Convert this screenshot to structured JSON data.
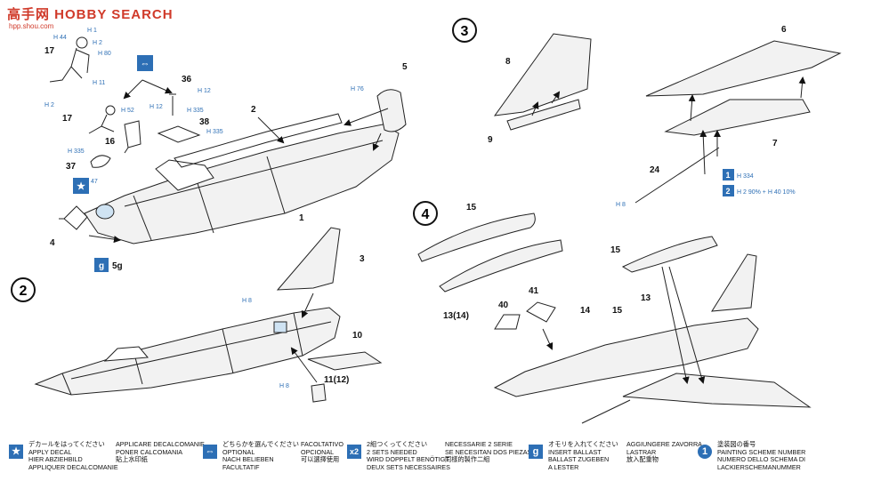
{
  "watermark": {
    "text": "高手网 HOBBY SEARCH",
    "sub": "hpp.shou.com"
  },
  "steps": {
    "s2": "2",
    "s3": "3",
    "s4": "4"
  },
  "parts": {
    "p1": "1",
    "p2": "2",
    "p3": "3",
    "p4": "4",
    "p5": "5",
    "p6": "6",
    "p7": "7",
    "p8": "8",
    "p9": "9",
    "p10": "10",
    "p11": "11(12)",
    "p13": "13",
    "p13b": "13(14)",
    "p14": "14",
    "p15a": "15",
    "p15b": "15",
    "p15c": "15",
    "p16": "16",
    "p17a": "17",
    "p17b": "17",
    "p24": "24",
    "p36": "36",
    "p37": "37",
    "p38": "38",
    "p40": "40",
    "p41": "41"
  },
  "paints": {
    "h44": "H 44",
    "h1": "H 1",
    "h2a": "H 2",
    "h80": "H 80",
    "h11": "H 11",
    "h2b": "H 2",
    "h52": "H 52",
    "h12a": "H 12",
    "h12b": "H 12",
    "h335a": "H 335",
    "h335b": "H 335",
    "h335c": "H 335",
    "h76": "H 76",
    "h8a": "H 8",
    "h8b": "H 8",
    "h8c": "H 8",
    "h334": "H 334",
    "mix": "H 2 90% + H 40 10%"
  },
  "markers": {
    "decal_num": "47",
    "ballast_weight": "5g",
    "ballast_icon": "g",
    "one": "1",
    "two": "2"
  },
  "legend": {
    "decal_icon": "★",
    "decal": [
      "デカールをはってください",
      "APPLY DECAL",
      "HIER ABZIEHBILD",
      "APPLIQUER DECALCOMANIE"
    ],
    "decal2": [
      "APPLICARE DECALCOMANIE",
      "PONER CALCOMANIA",
      "貼上水印紙"
    ],
    "optional_icon": "⇔",
    "optional": [
      "どちらかを選んでください",
      "OPTIONAL",
      "NACH BELIEBEN",
      "FACULTATIF"
    ],
    "optional2": [
      "FACOLTATIVO",
      "OPCIONAL",
      "可以選擇使用"
    ],
    "x2_icon": "x2",
    "x2": [
      "2組つくってください",
      "2 SETS NEEDED",
      "WIRD DOPPELT BENÖTIGT",
      "DEUX SETS NECESSAIRES"
    ],
    "x2b": [
      "NECESSARIE 2 SERIE",
      "SE NECESITAN DOS PIEZAS",
      "同樣的製作二組"
    ],
    "ballast_icon": "g",
    "ballast": [
      "オモリを入れてください",
      "INSERT BALLAST",
      "BALLAST ZUGEBEN",
      "A LESTER"
    ],
    "ballast2": [
      "AGGIUNGERE ZAVORRA",
      "LASTRAR",
      "放入配重物"
    ],
    "scheme_icon": "1",
    "scheme": [
      "塗装図の番号",
      "PAINTING SCHEME NUMBER",
      "NUMERO DELLO SCHEMA DI",
      "LACKIERSCHEMANUMMER"
    ]
  }
}
